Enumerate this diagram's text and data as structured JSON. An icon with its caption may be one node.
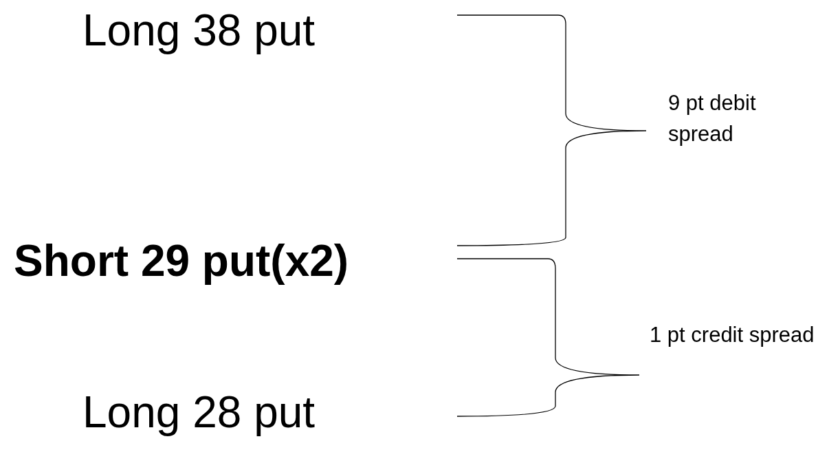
{
  "diagram": {
    "labels": [
      "Long 38 put",
      "9 pt debit spread",
      "Short 29 put(x2)",
      "1 pt credit spread",
      "Long 28 put"
    ]
  }
}
